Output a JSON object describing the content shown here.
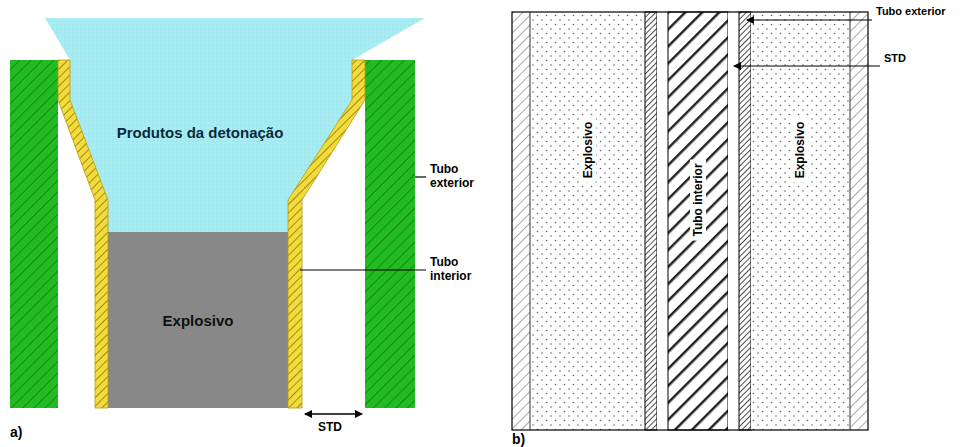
{
  "diagram": {
    "nodes": [
      {
        "text": [
          "Produtos da detonação"
        ]
      },
      {
        "text": [
          "Explosivo"
        ]
      },
      {
        "text": [
          "Explosivo"
        ]
      },
      {
        "text": [
          "Tubo interior"
        ]
      },
      {
        "text": [
          "Explosivo"
        ]
      }
    ],
    "labels": [
      "Tubo exterior",
      "Tubo interior",
      "STD",
      "a)",
      "Tubo exterior",
      "STD",
      "b)"
    ]
  }
}
